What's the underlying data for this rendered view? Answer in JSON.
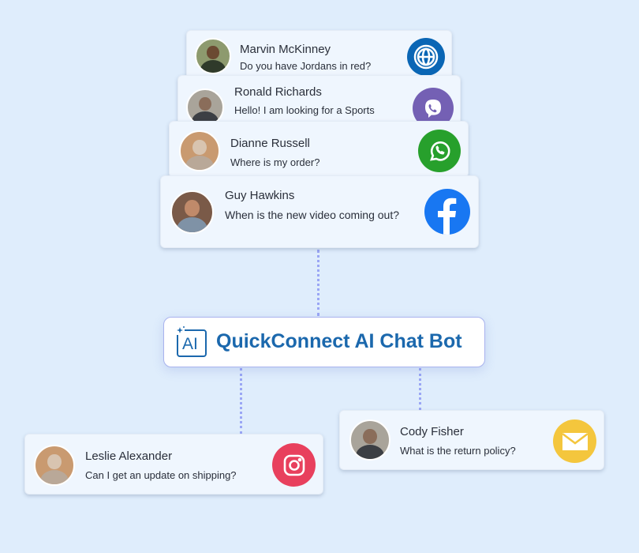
{
  "conversations": [
    {
      "name": "Marvin McKinney",
      "message": "Do you have Jordans in red?",
      "channel": "web",
      "channel_color": "#0a66b5"
    },
    {
      "name": "Ronald Richards",
      "message": "Hello! I am looking for a Sports",
      "channel": "viber",
      "channel_color": "#7460b4"
    },
    {
      "name": "Dianne Russell",
      "message": "Where is my order?",
      "channel": "whatsapp",
      "channel_color": "#27a02c"
    },
    {
      "name": "Guy Hawkins",
      "message": "When is the new video coming out?",
      "channel": "facebook",
      "channel_color": "#1877f2"
    },
    {
      "name": "Leslie Alexander",
      "message": "Can I get an update on shipping?",
      "channel": "instagram",
      "channel_color": "#e8405d"
    },
    {
      "name": "Cody Fisher",
      "message": "What is the return policy?",
      "channel": "email",
      "channel_color": "#f4c63d"
    }
  ],
  "bot": {
    "icon_text": "AI",
    "title": "QuickConnect AI Chat Bot",
    "color": "#1b68ad"
  }
}
